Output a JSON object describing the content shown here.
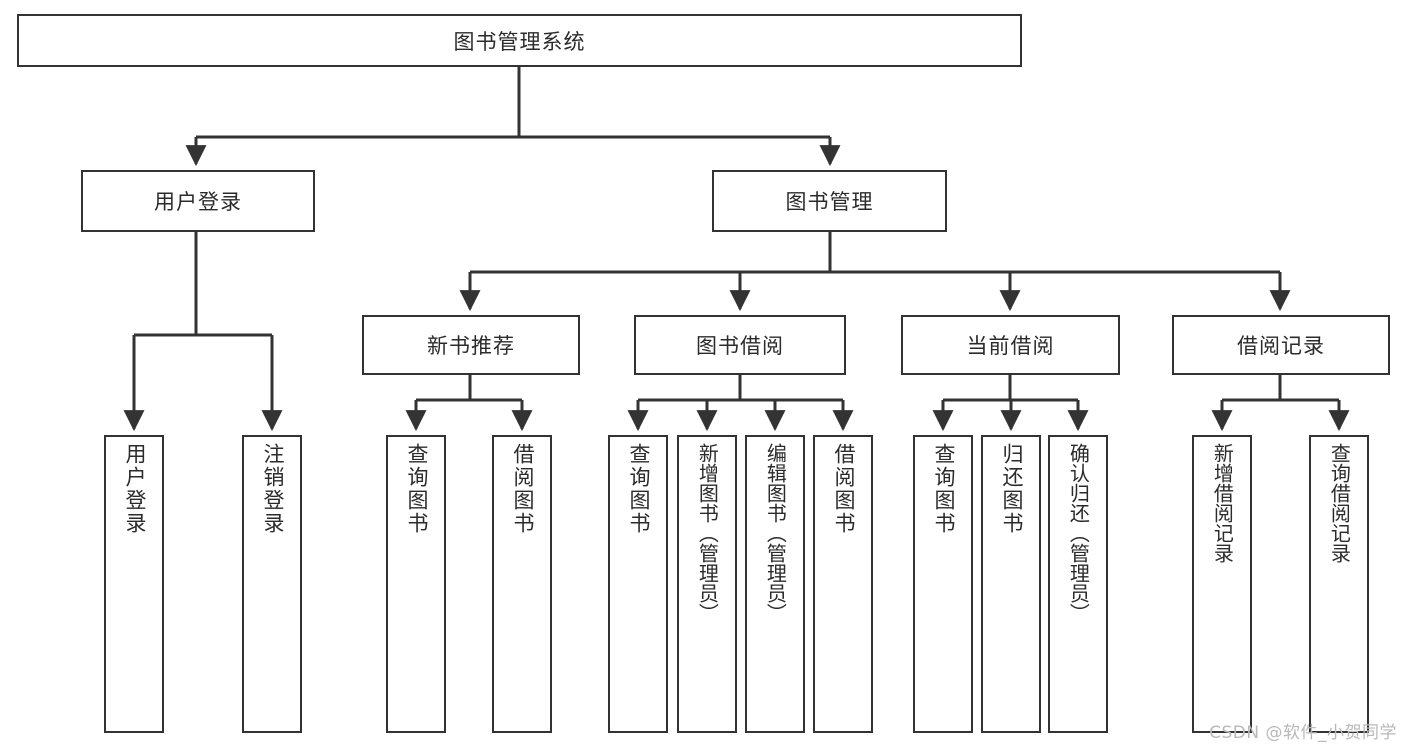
{
  "diagram": {
    "title": "图书管理系统",
    "type": "tree-hierarchy",
    "watermark": "CSDN @软件_小贺同学",
    "colors": {
      "box_border": "#333333",
      "box_fill": "#ffffff",
      "text": "#2b2b2b",
      "connector": "#333333",
      "watermark": "#b9b9b9",
      "background": "#ffffff"
    },
    "root": {
      "label": "图书管理系统"
    },
    "level2": [
      {
        "id": "user-login",
        "label": "用户登录"
      },
      {
        "id": "book-management",
        "label": "图书管理"
      }
    ],
    "level3": [
      {
        "id": "new-book-recommend",
        "label": "新书推荐"
      },
      {
        "id": "book-borrow",
        "label": "图书借阅"
      },
      {
        "id": "current-borrow",
        "label": "当前借阅"
      },
      {
        "id": "borrow-record",
        "label": "借阅记录"
      }
    ],
    "leaves": {
      "user_login": [
        {
          "id": "leaf-user-login",
          "label": "用户登录"
        },
        {
          "id": "leaf-logout-login",
          "label": "注销登录"
        }
      ],
      "new_book_recommend": [
        {
          "id": "leaf-query-book-1",
          "label": "查询图书"
        },
        {
          "id": "leaf-borrow-book-1",
          "label": "借阅图书"
        }
      ],
      "book_borrow": [
        {
          "id": "leaf-query-book-2",
          "label": "查询图书"
        },
        {
          "id": "leaf-add-book",
          "label": "新增图书（管理员）"
        },
        {
          "id": "leaf-edit-book",
          "label": "编辑图书（管理员）"
        },
        {
          "id": "leaf-borrow-book-2",
          "label": "借阅图书"
        }
      ],
      "current_borrow": [
        {
          "id": "leaf-query-book-3",
          "label": "查询图书"
        },
        {
          "id": "leaf-return-book",
          "label": "归还图书"
        },
        {
          "id": "leaf-confirm-return",
          "label": "确认归还（管理员）"
        }
      ],
      "borrow_record": [
        {
          "id": "leaf-add-borrow-record",
          "label": "新增借阅记录"
        },
        {
          "id": "leaf-query-borrow-record",
          "label": "查询借阅记录"
        }
      ]
    }
  }
}
